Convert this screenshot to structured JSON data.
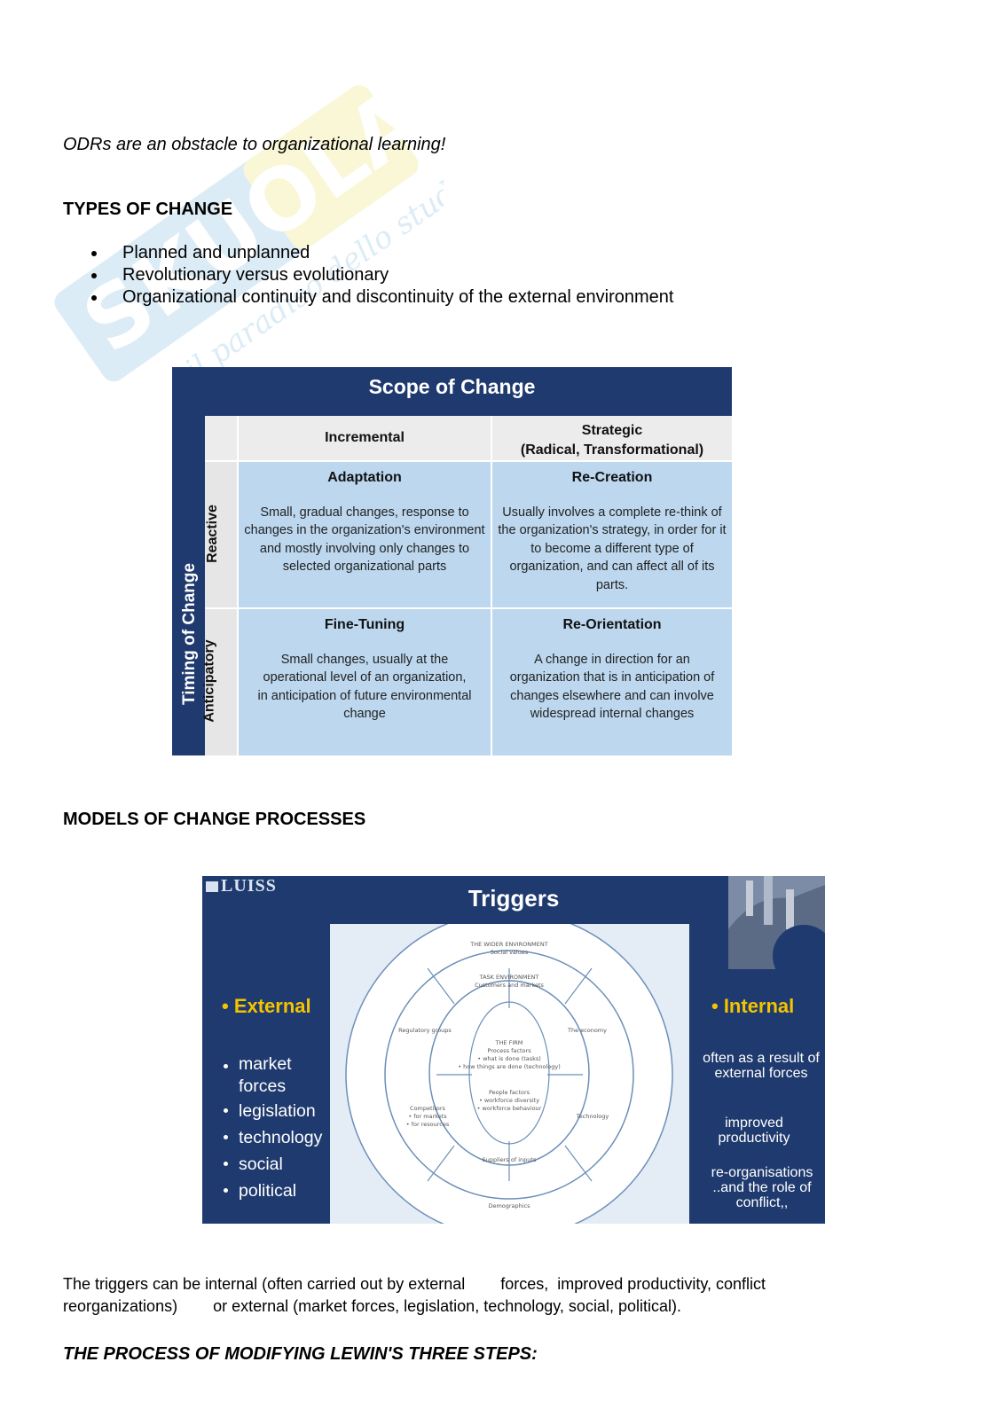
{
  "watermark": {
    "brand": "SKUOLA.net",
    "tagline": "il paradiso dello studente"
  },
  "intro_italic": "ODRs are an obstacle to organizational learning!",
  "types_heading": "TYPES OF CHANGE",
  "types_list": [
    "Planned and unplanned",
    "Revolutionary versus evolutionary",
    "Organizational continuity and discontinuity of the external environment"
  ],
  "scope_table": {
    "title": "Scope of Change",
    "vertical_label": "Timing of Change",
    "col1": "Incremental",
    "col2_line1": "Strategic",
    "col2_line2": "(Radical, Transformational)",
    "row1": "Reactive",
    "row2": "Anticipatory",
    "adaptation": {
      "title": "Adaptation",
      "text": "Small, gradual changes, response to changes in the organization's environment and mostly involving only changes to selected organizational parts"
    },
    "recreation": {
      "title": "Re-Creation",
      "text": "Usually involves a complete re-think of the organization's strategy, in order for it to become a different type of organization, and can affect all of its parts."
    },
    "finetuning": {
      "title": "Fine-Tuning",
      "text": "Small changes, usually at the operational level of an organization, in anticipation of future environmental change"
    },
    "reorientation": {
      "title": "Re-Orientation",
      "text": "A change in direction for an organization that is in anticipation of changes elsewhere and can involve widespread internal changes"
    }
  },
  "models_heading": "MODELS OF CHANGE PROCESSES",
  "triggers_slide": {
    "logo": "LUISS",
    "title": "Triggers",
    "external_heading": "• External",
    "external_items": [
      "market forces",
      "legislation",
      "technology",
      "social",
      "political"
    ],
    "internal_heading": "• Internal",
    "internal_1": "often as a result of external forces",
    "internal_2": "improved productivity",
    "internal_3": "re-organisations ..and the role of conflict,,",
    "diagram": {
      "wider": "THE WIDER ENVIRONMENT",
      "social": "Social values",
      "task": "TASK ENVIRONMENT",
      "customers": "Customers and markets",
      "regulatory": "Regulatory groups",
      "economy": "The economy",
      "firm": "THE FIRM",
      "process": "Process factors",
      "process_a": "• what is done (tasks)",
      "process_b": "• how things are done (technology)",
      "people": "People factors",
      "people_a": "• workforce diversity",
      "people_b": "• workforce behaviour",
      "competitors": "Competitors",
      "comp_a": "• for markets",
      "comp_b": "• for resources",
      "technology": "Technology",
      "suppliers": "Suppliers of inputs",
      "demographics": "Demographics"
    }
  },
  "triggers_paragraph_1": "The triggers can be internal (often carried out by external        forces,  improved productivity, conflict",
  "triggers_paragraph_2": "reorganizations)        or external (market forces, legislation, technology, social, political).",
  "lewin_heading": "THE PROCESS OF MODIFYING LEWIN'S THREE STEPS:",
  "colors": {
    "navy": "#1f3a6e",
    "cell_blue": "#bcd7ee",
    "yellow": "#f5c400"
  }
}
